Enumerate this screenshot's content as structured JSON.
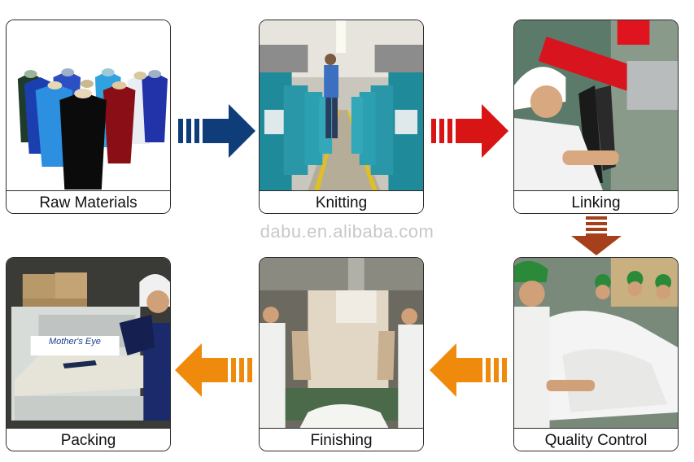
{
  "watermark": "dabu.en.alibaba.com",
  "colors": {
    "arrow_blue": "#0f3d7a",
    "arrow_red": "#d81414",
    "arrow_brown": "#a5401a",
    "arrow_orange": "#f08a0c"
  },
  "steps": [
    {
      "label": "Raw Materials"
    },
    {
      "label": "Knitting"
    },
    {
      "label": "Linking"
    },
    {
      "label": "Quality Control"
    },
    {
      "label": "Finishing"
    },
    {
      "label": "Packing"
    }
  ],
  "packing_photo": {
    "machine_sign": "Mother's Eye"
  }
}
